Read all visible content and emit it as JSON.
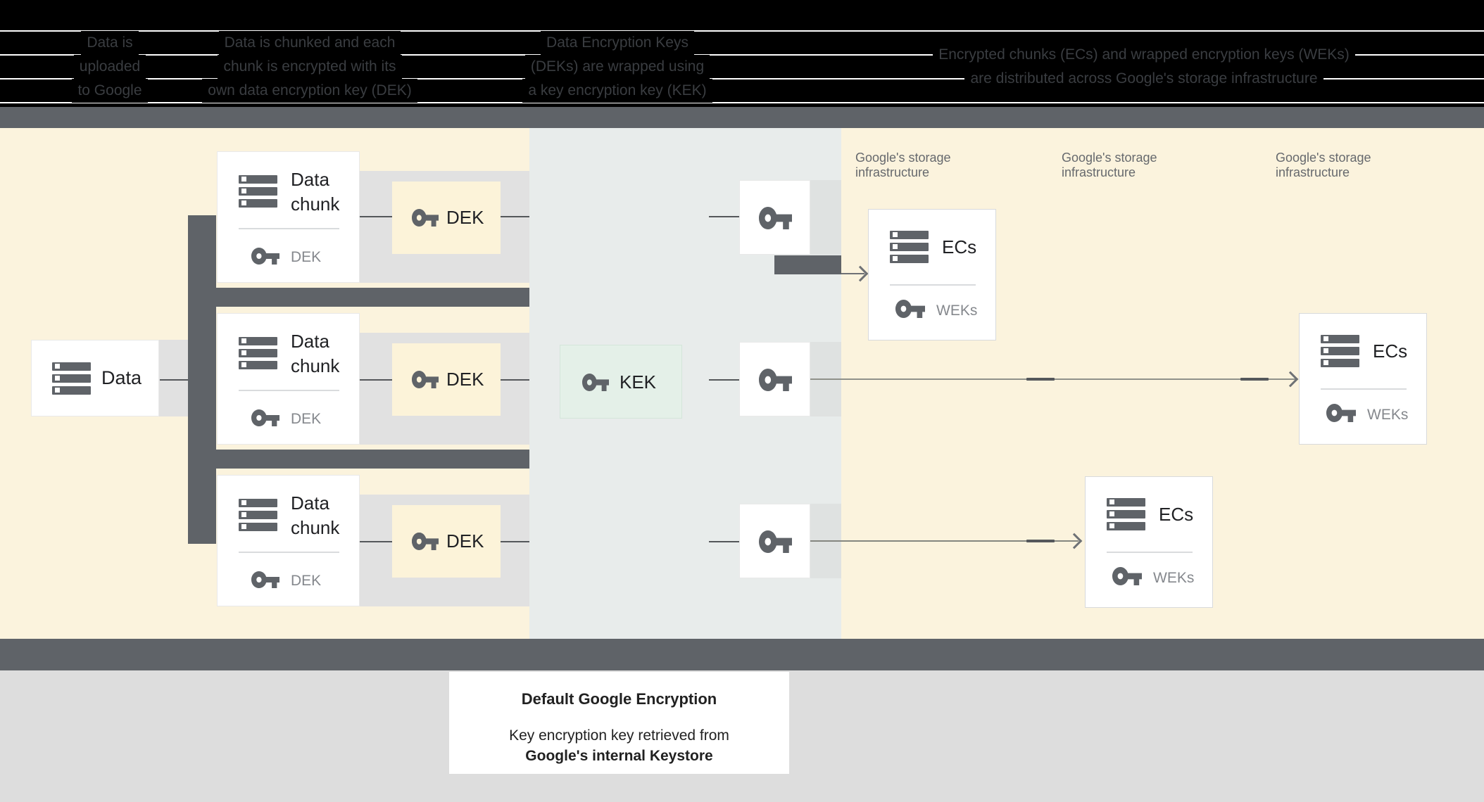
{
  "title": "Default Google Encryption diagram",
  "header": {
    "steps": [
      {
        "lines": [
          "Data is",
          "uploaded",
          "to Google"
        ]
      },
      {
        "lines": [
          "Data is chunked and each",
          "chunk is encrypted with its",
          "own data encryption key (DEK)"
        ]
      },
      {
        "lines": [
          "Data Encryption Keys",
          "(DEKs) are wrapped using",
          "a key encryption key (KEK)"
        ]
      },
      {
        "lines": [
          "Encrypted chunks (ECs) and wrapped encryption keys (WEKs)",
          "are distributed across Google's storage infrastructure"
        ]
      }
    ]
  },
  "diagram": {
    "data_box": {
      "label": "Data"
    },
    "chunk_boxes": [
      {
        "title": "Data\nchunk",
        "key_label": "DEK"
      },
      {
        "title": "Data\nchunk",
        "key_label": "DEK"
      },
      {
        "title": "Data\nchunk",
        "key_label": "DEK"
      }
    ],
    "dek_boxes": [
      {
        "label": "DEK"
      },
      {
        "label": "DEK"
      },
      {
        "label": "DEK"
      }
    ],
    "kek_box": {
      "label": "KEK"
    },
    "storage_labels": [
      {
        "text": "Google's storage\ninfrastructure"
      },
      {
        "text": "Google's storage\ninfrastructure"
      },
      {
        "text": "Google's storage\ninfrastructure"
      }
    ],
    "ecs_boxes": [
      {
        "title": "ECs",
        "key_label": "WEKs"
      },
      {
        "title": "ECs",
        "key_label": "WEKs"
      },
      {
        "title": "ECs",
        "key_label": "WEKs"
      }
    ]
  },
  "footer": {
    "title": "Default Google Encryption",
    "line1": "Key encryption key retrieved from",
    "line2": "Google's internal Keystore"
  },
  "colors": {
    "cream_background": "#FBF3DD",
    "center_panel": "#E8ECEB",
    "kek_fill": "#E4F0E8",
    "dek_fill": "#FCF3D9",
    "dark_gray": "#5F6368",
    "band_gray": "#E1E1E1",
    "footer_gray": "#DDDDDD",
    "header_black": "#000000",
    "header_text": "#3A3D41",
    "small_label_gray": "#85888D",
    "text_dark": "#202124"
  }
}
